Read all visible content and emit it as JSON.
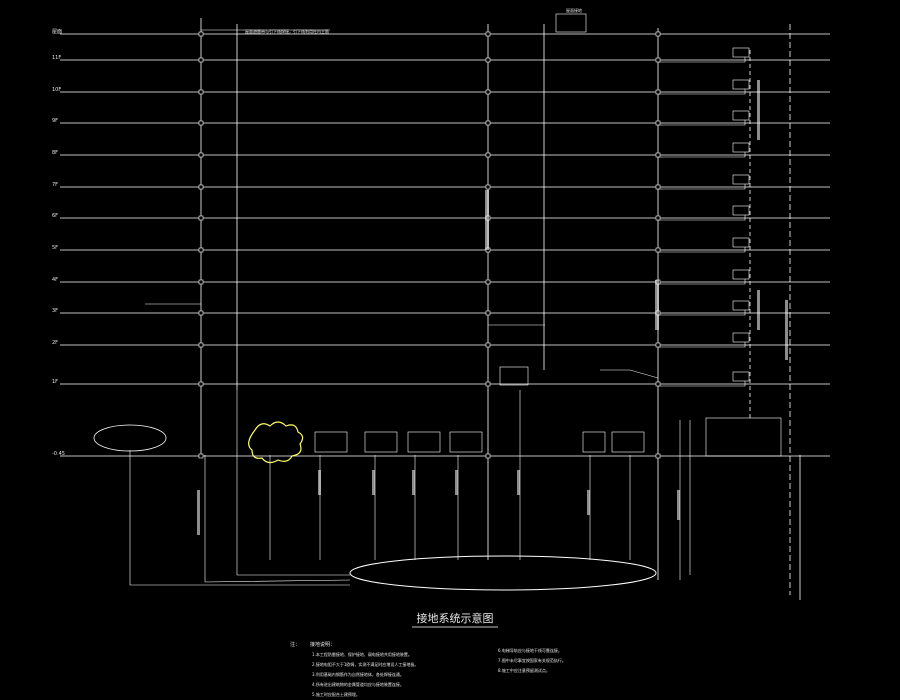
{
  "diagram": {
    "title": "接地系统示意图",
    "colors": {
      "background": "#000000",
      "line": "#ffffff",
      "accent": "#ffff66"
    },
    "floors": [
      "屋面",
      "11F",
      "10F",
      "9F",
      "8F",
      "7F",
      "6F",
      "5F",
      "4F",
      "3F",
      "2F",
      "1F",
      "-0.45"
    ],
    "top_note": "屋面避雷带与引下线焊接，引下线利用柱内主筋",
    "top_box_text": "屋面接地",
    "notes_heading": "注：",
    "notes_sub": "接地说明：",
    "notes_left": [
      "1.本工程防雷接地、保护接地、弱电接地共用接地装置。",
      "2.接地电阻不大于1欧姆，实测不满足时应增设人工接地极。",
      "3.利用基础内钢筋作为自然接地体，各处焊接连通。",
      "4.所有进出建筑物的金属管道均应与接地装置连接。",
      "5.施工时应配合土建预埋。"
    ],
    "notes_right": [
      "6.电梯导轨应与接地干线可靠连接。",
      "7.图中未尽事宜按国家有关规范执行。",
      "8.施工中应注意预留测试点。"
    ]
  }
}
